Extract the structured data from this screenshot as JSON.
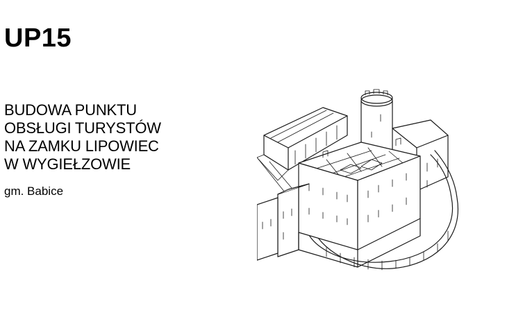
{
  "project": {
    "code": "UP15",
    "title_lines": [
      "BUDOWA PUNKTU",
      "OBSŁUGI TURYSTÓW",
      "NA ZAMKU LIPOWIEC",
      "W WYGIEŁZOWIE"
    ],
    "municipality": "gm. Babice"
  },
  "illustration": {
    "icon": "castle-sketch-icon"
  }
}
